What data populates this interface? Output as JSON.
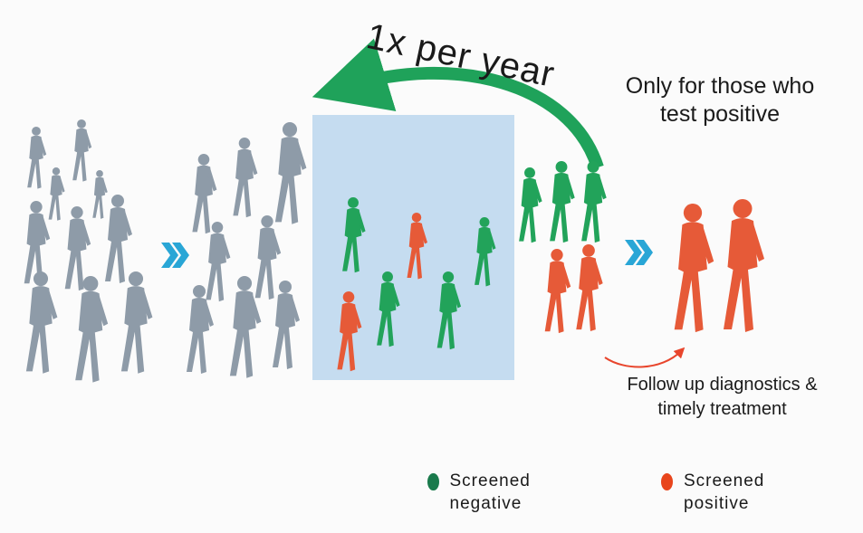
{
  "labels": {
    "frequency": "1x per year",
    "only_positive": "Only for those who test positive",
    "follow_up": "Follow up diagnostics & timely treatment"
  },
  "legend": [
    {
      "label": "Screened negative",
      "color": "#1a7a4c"
    },
    {
      "label": "Screened positive",
      "color": "#e8451c"
    }
  ],
  "colors": {
    "population": "#8e9ba8",
    "negative": "#22a35a",
    "positive": "#e65a38",
    "screening_box": "#c5dcf0",
    "chevron": "#29a6d6",
    "arrow_green": "#1fa25a",
    "arrow_red": "#e8452c"
  }
}
